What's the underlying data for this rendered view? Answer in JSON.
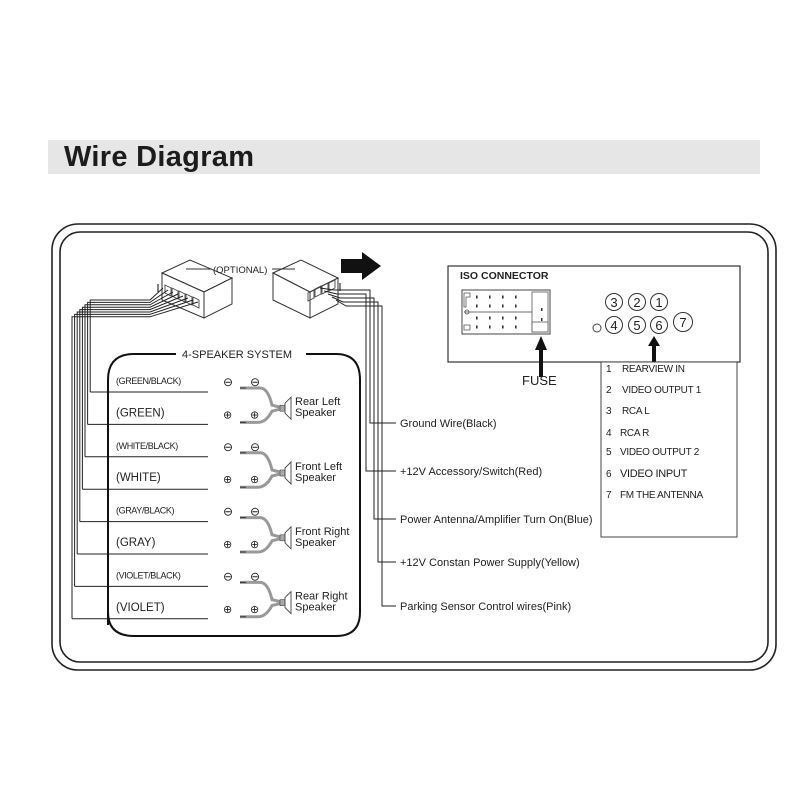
{
  "header": {
    "title": "Wire Diagram"
  },
  "connectors": {
    "optional_label": "(OPTIONAL)",
    "arrow_icon": "right-arrow-icon"
  },
  "speaker_system": {
    "title": "4-SPEAKER SYSTEM",
    "wires": [
      {
        "label": "(GREEN/BLACK)",
        "polarity": "negative",
        "size": "small"
      },
      {
        "label": "(GREEN)",
        "polarity": "positive",
        "size": "large"
      },
      {
        "label": "(WHITE/BLACK)",
        "polarity": "negative",
        "size": "small"
      },
      {
        "label": "(WHITE)",
        "polarity": "positive",
        "size": "large"
      },
      {
        "label": "(GRAY/BLACK)",
        "polarity": "negative",
        "size": "small"
      },
      {
        "label": "(GRAY)",
        "polarity": "positive",
        "size": "large"
      },
      {
        "label": "(VIOLET/BLACK)",
        "polarity": "negative",
        "size": "small"
      },
      {
        "label": "(VIOLET)",
        "polarity": "positive",
        "size": "large"
      }
    ],
    "speakers": [
      {
        "line1": "Rear Left",
        "line2": "Speaker"
      },
      {
        "line1": "Front Left",
        "line2": "Speaker"
      },
      {
        "line1": "Front Right",
        "line2": "Speaker"
      },
      {
        "line1": "Rear Right",
        "line2": "Speaker"
      }
    ],
    "minus_symbol": "⊖",
    "plus_symbol": "⊕"
  },
  "power_wires": [
    "Ground  Wire(Black)",
    "+12V Accessory/Switch(Red)",
    "Power Antenna/Amplifier Turn On(Blue)",
    "+12V Constan Power Supply(Yellow)",
    "Parking Sensor Control wires(Pink)"
  ],
  "iso_connector": {
    "title": "ISO CONNECTOR",
    "fuse_label": "FUSE",
    "rca_top_row": [
      "3",
      "2",
      "1"
    ],
    "rca_bottom_row": [
      "4",
      "5",
      "6",
      "7"
    ]
  },
  "rca_legend": [
    {
      "num": "1",
      "label": "REARVIEW IN"
    },
    {
      "num": "2",
      "label": "VIDEO OUTPUT  1"
    },
    {
      "num": "3",
      "label": "RCA L"
    },
    {
      "num": "4",
      "label": "RCA R"
    },
    {
      "num": "5",
      "label": "VIDEO OUTPUT  2"
    },
    {
      "num": "6",
      "label": "VIDEO  INPUT"
    },
    {
      "num": "7",
      "label": "FM THE ANTENNA"
    }
  ]
}
